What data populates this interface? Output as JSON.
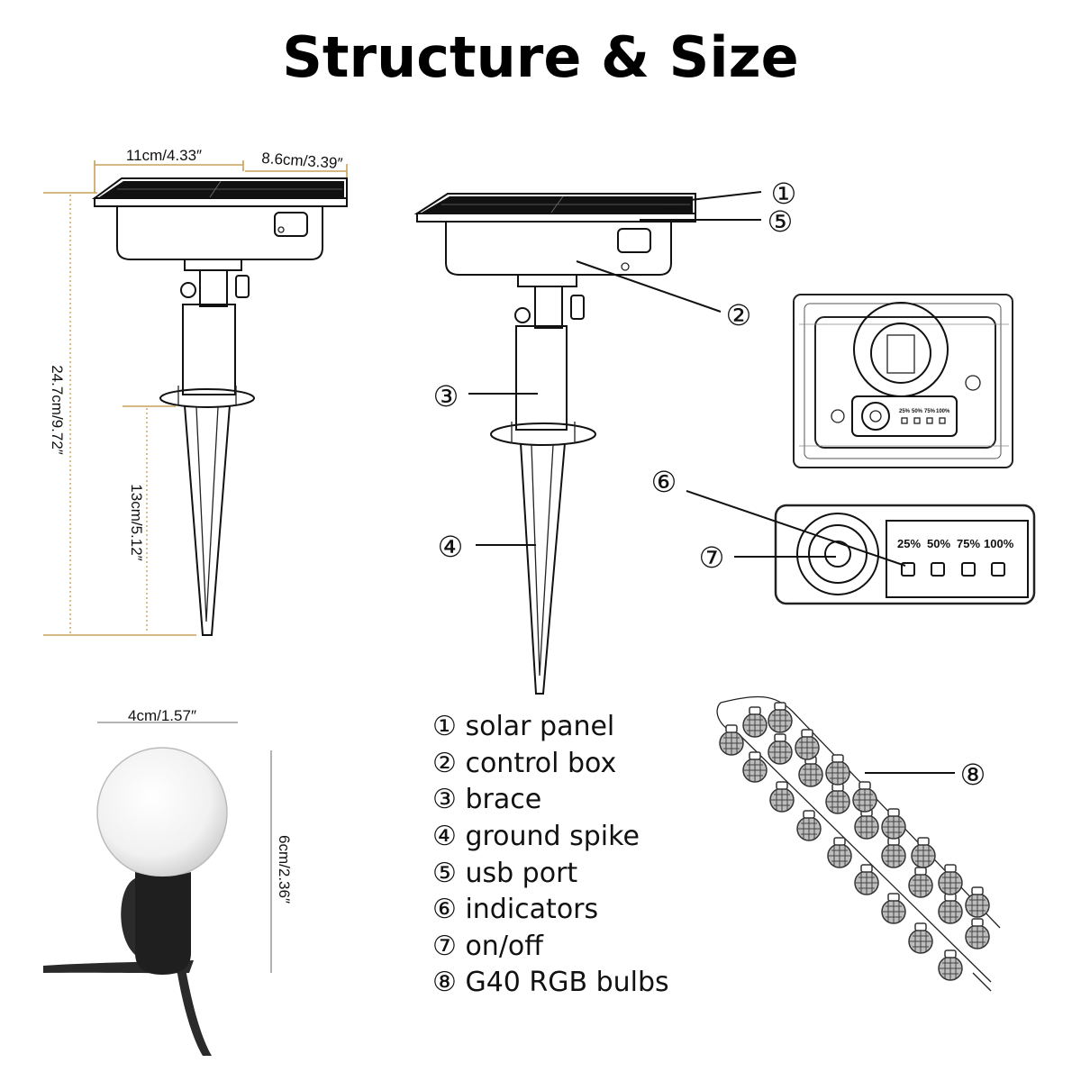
{
  "title": "Structure & Size",
  "callouts": [
    "①",
    "②",
    "③",
    "④",
    "⑤",
    "⑥",
    "⑦",
    "⑧"
  ],
  "dimensions": {
    "panel_width": "11cm/4.33″",
    "panel_depth": "8.6cm/3.39″",
    "total_height": "24.7cm/9.72″",
    "spike_height": "13cm/5.12″",
    "bulb_width": "4cm/1.57″",
    "bulb_height": "6cm/2.36″"
  },
  "indicator_labels": [
    "25%",
    "50%",
    "75%",
    "100%"
  ],
  "legend": [
    {
      "num": "①",
      "label": "solar panel"
    },
    {
      "num": "②",
      "label": "control box"
    },
    {
      "num": "③",
      "label": "brace"
    },
    {
      "num": "④",
      "label": "ground spike"
    },
    {
      "num": "⑤",
      "label": "usb port"
    },
    {
      "num": "⑥",
      "label": "indicators"
    },
    {
      "num": "⑦",
      "label": "on/off"
    },
    {
      "num": "⑧",
      "label": "G40 RGB bulbs"
    }
  ]
}
